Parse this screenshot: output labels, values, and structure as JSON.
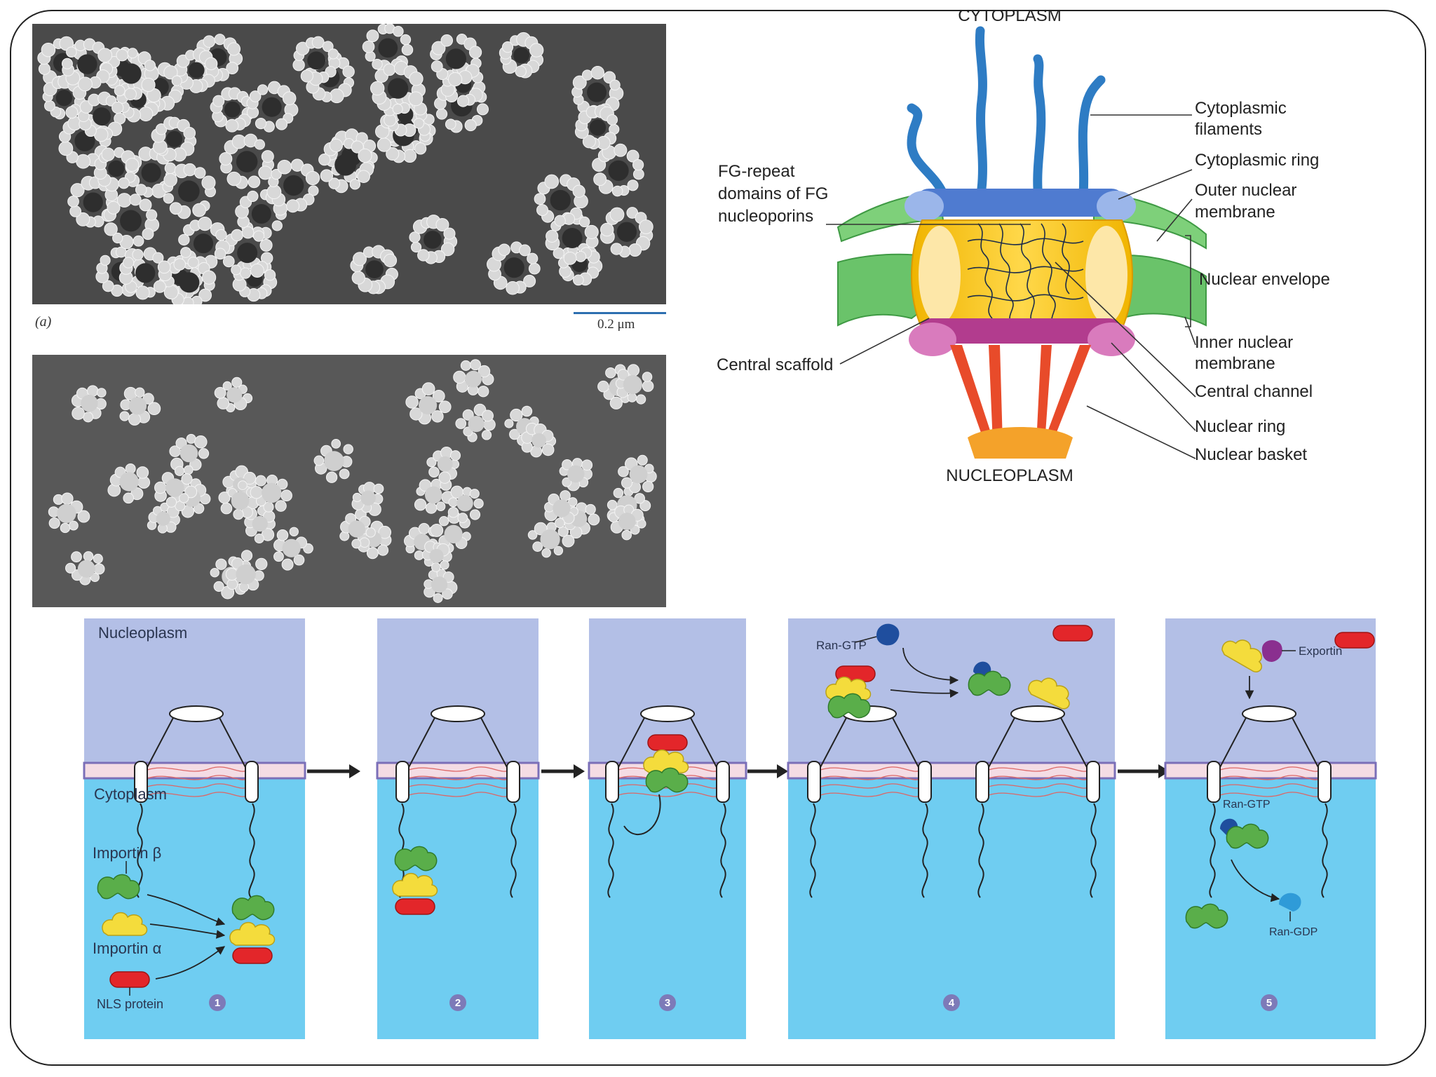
{
  "micrographs": {
    "panel_a_label": "(a)",
    "scale_label": "0.2 μm"
  },
  "npc": {
    "top_label": "CYTOPLASM",
    "bottom_label": "NUCLEOPLASM",
    "labels": {
      "cytoplasmic_filaments_1": "Cytoplasmic",
      "cytoplasmic_filaments_2": "filaments",
      "cytoplasmic_ring": "Cytoplasmic ring",
      "outer_membrane_1": "Outer nuclear",
      "outer_membrane_2": "membrane",
      "nuclear_envelope": "Nuclear envelope",
      "inner_membrane_1": "Inner nuclear",
      "inner_membrane_2": "membrane",
      "central_channel": "Central channel",
      "nuclear_ring": "Nuclear ring",
      "nuclear_basket": "Nuclear basket",
      "fg_repeat_1": "FG-repeat",
      "fg_repeat_2": "domains of FG",
      "fg_repeat_3": "nucleoporins",
      "central_scaffold": "Central scaffold"
    }
  },
  "transport": {
    "nucleoplasm": "Nucleoplasm",
    "cytoplasm": "Cytoplasm",
    "importin_beta": "Importin β",
    "importin_alpha": "Importin α",
    "nls_protein": "NLS protein",
    "ran_gtp_4": "Ran-GTP",
    "ran_gtp_5": "Ran-GTP",
    "ran_gdp": "Ran-GDP",
    "exportin": "Exportin",
    "steps": [
      "1",
      "2",
      "3",
      "4",
      "5"
    ]
  },
  "colors": {
    "nucleoplasm_bg": "#b3bfe6",
    "cytoplasm_bg": "#6fcdf1",
    "importin_beta": "#5aae4a",
    "importin_alpha": "#f4dc3c",
    "nls_protein": "#e3262a",
    "ran": "#1f4e9e",
    "exportin": "#8a2f8f"
  }
}
